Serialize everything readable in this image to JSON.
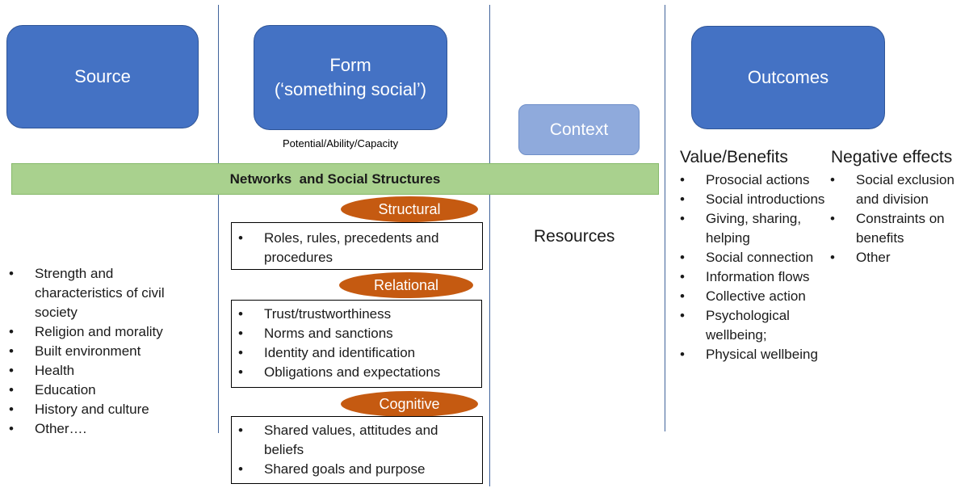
{
  "source": {
    "label": "Source",
    "items": [
      "Strength and characteristics of civil society",
      "Religion and morality",
      "Built environment",
      "Health",
      "Education",
      "History and culture",
      "Other…."
    ]
  },
  "form": {
    "label": "Form",
    "sublabel": "(‘something social’)",
    "caption": "Potential/Ability/Capacity"
  },
  "context": {
    "label": "Context",
    "resources": "Resources"
  },
  "outcomes": {
    "label": "Outcomes",
    "value_heading": "Value/Benefits",
    "value_items": [
      "Prosocial actions",
      "Social introductions",
      "Giving, sharing, helping",
      "Social connection",
      "Information flows",
      "Collective action",
      "Psychological wellbeing;",
      "Physical wellbeing"
    ],
    "negative_heading": "Negative effects",
    "negative_items": [
      "Social exclusion and division",
      "Constraints on benefits",
      "Other"
    ]
  },
  "networks_band": "Networks  and Social Structures",
  "dimensions": [
    {
      "label": "Structural",
      "items": [
        "Roles, rules, precedents and procedures"
      ]
    },
    {
      "label": "Relational",
      "items": [
        "Trust/trustworthiness",
        "Norms and sanctions",
        "Identity and identification",
        "Obligations and expectations"
      ]
    },
    {
      "label": "Cognitive",
      "items": [
        "Shared values, attitudes and beliefs",
        "Shared goals and purpose"
      ]
    }
  ],
  "colors": {
    "box_blue": "#4472c4",
    "context_blue": "#8faadc",
    "band_green": "#a9d18e",
    "pill_orange": "#c55a11",
    "divider": "#41639b"
  }
}
